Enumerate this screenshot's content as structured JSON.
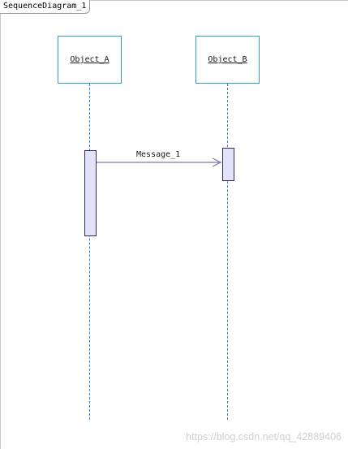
{
  "diagram": {
    "frame_label": "SequenceDiagram_1",
    "lifelines": [
      {
        "name": "Object_A"
      },
      {
        "name": "Object_B"
      }
    ],
    "messages": [
      {
        "label": "Message_1",
        "from": "Object_A",
        "to": "Object_B"
      }
    ],
    "colors": {
      "lifeline_border": "#2aa1c9",
      "lifeline_dash": "#2a86c9",
      "activation_fill": "#e4e2f8",
      "activation_border": "#2d2d5a",
      "message_line": "#7a7aa8"
    }
  },
  "watermark": "https://blog.csdn.net/qq_42889406"
}
